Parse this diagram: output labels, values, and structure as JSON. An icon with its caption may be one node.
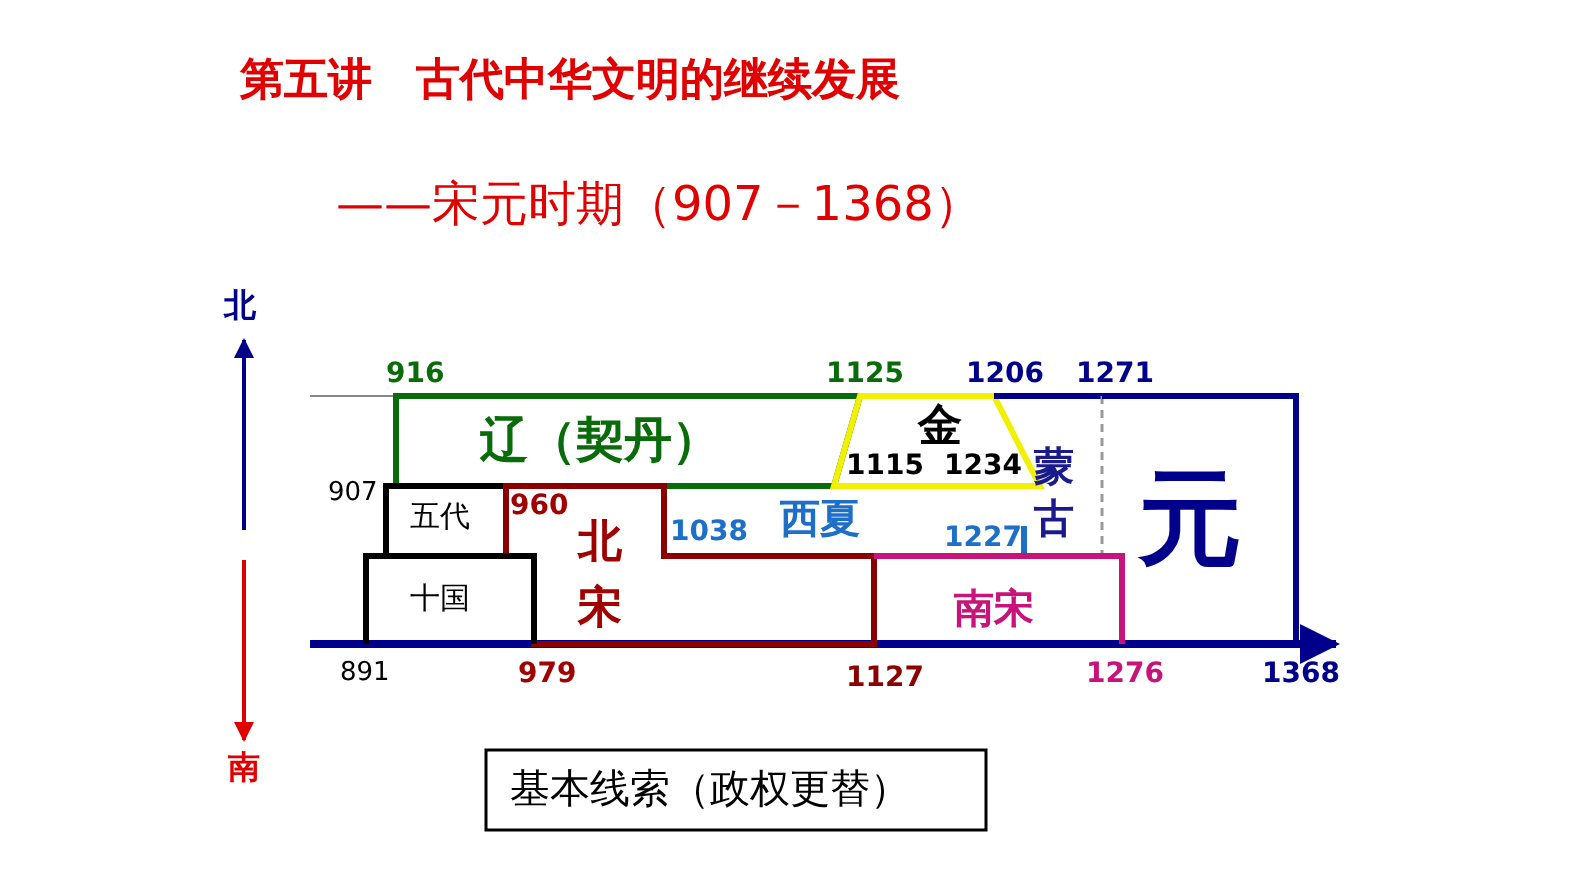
{
  "diagram": {
    "title": "第五讲　古代中华文明的继续发展",
    "nodes": [
      {
        "text": [
          "辽（契丹）"
        ]
      },
      {
        "text": [
          "金"
        ]
      },
      {
        "text": [
          "蒙古"
        ]
      },
      {
        "text": [
          "元"
        ]
      },
      {
        "text": [
          "五代"
        ]
      },
      {
        "text": [
          "西夏"
        ]
      },
      {
        "text": [
          "北宋"
        ]
      },
      {
        "text": [
          "十国"
        ]
      },
      {
        "text": [
          "南宋"
        ]
      },
      {
        "text": [
          "基本线索（政权更替）"
        ]
      }
    ],
    "edges": [],
    "labels": [
      "——宋元时期（907－1368）",
      "北",
      "916",
      "1125",
      "1206",
      "1271",
      "1115",
      "1234",
      "907",
      "960",
      "1038",
      "1227",
      "891",
      "979",
      "1127",
      "1276",
      "1368",
      "南"
    ]
  }
}
